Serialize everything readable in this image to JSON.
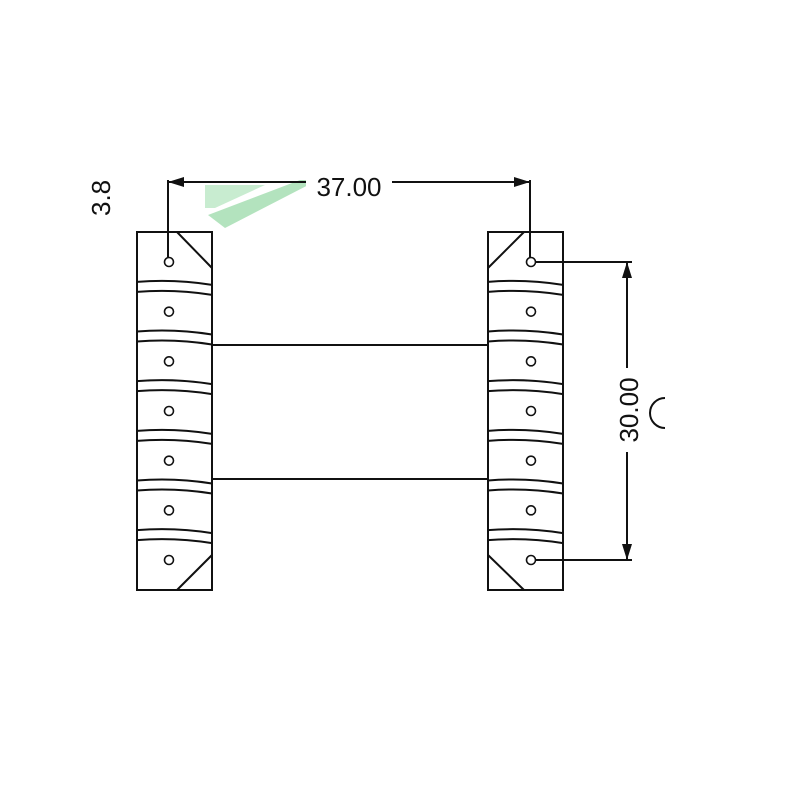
{
  "dimensions": {
    "width_label": "37.00",
    "height_label": "30.00",
    "cut_label": "3.8"
  },
  "pins_per_side": 7,
  "colors": {
    "line": "#111111",
    "watermark": "#9ad9a8"
  }
}
